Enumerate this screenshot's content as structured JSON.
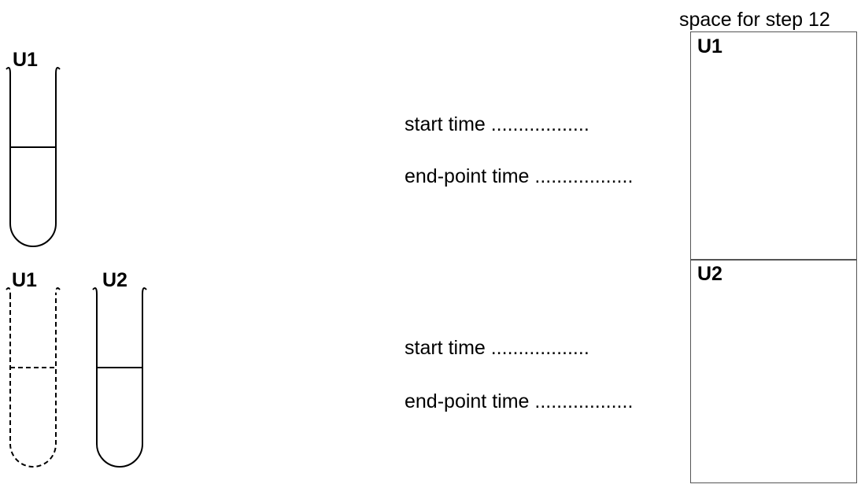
{
  "tubes": {
    "top_row": {
      "u1_label": "U1"
    },
    "bottom_row": {
      "u1_label": "U1",
      "u2_label": "U2"
    }
  },
  "timing": {
    "u1": {
      "start_label": "start time ..................",
      "end_label": "end-point time .................."
    },
    "u2": {
      "start_label": "start time ..................",
      "end_label": "end-point time .................."
    }
  },
  "step_space": {
    "heading": "space for step 12",
    "boxes": [
      {
        "label": "U1"
      },
      {
        "label": "U2"
      }
    ]
  }
}
